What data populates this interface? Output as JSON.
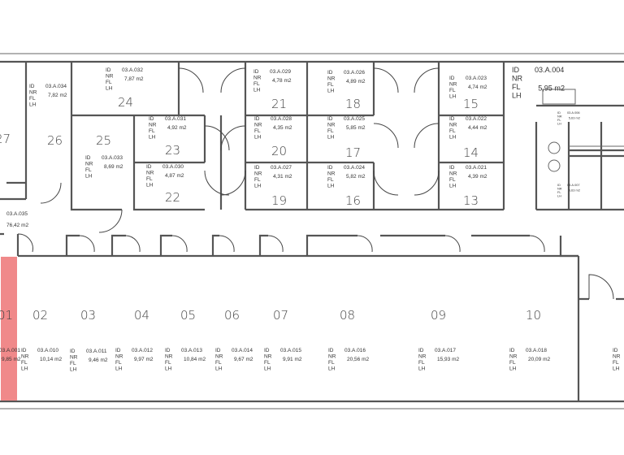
{
  "field_labels": [
    "ID",
    "NR",
    "FL",
    "LH"
  ],
  "highlight_color": "#f0898a",
  "corridor": {
    "id": "03.A.035",
    "area": "76,42 m2"
  },
  "rooms": [
    {
      "number": "27",
      "id": "",
      "area": ""
    },
    {
      "number": "26",
      "id": "03.A.034",
      "area": "7,82 m2"
    },
    {
      "number": "24",
      "id": "03.A.032",
      "area": "7,87 m2"
    },
    {
      "number": "25",
      "id": "03.A.033",
      "area": "8,69 m2"
    },
    {
      "number": "23",
      "id": "03.A.031",
      "area": "4,92 m2"
    },
    {
      "number": "22",
      "id": "03.A.030",
      "area": "4,87 m2"
    },
    {
      "number": "21",
      "id": "03.A.029",
      "area": "4,78 m2"
    },
    {
      "number": "20",
      "id": "03.A.028",
      "area": "4,35 m2"
    },
    {
      "number": "19",
      "id": "03.A.027",
      "area": "4,31 m2"
    },
    {
      "number": "18",
      "id": "03.A.026",
      "area": "4,89 m2"
    },
    {
      "number": "17",
      "id": "03.A.025",
      "area": "5,85 m2"
    },
    {
      "number": "16",
      "id": "03.A.024",
      "area": "5,82 m2"
    },
    {
      "number": "15",
      "id": "03.A.023",
      "area": "4,74 m2"
    },
    {
      "number": "14",
      "id": "03.A.022",
      "area": "4,44 m2"
    },
    {
      "number": "13",
      "id": "03.A.021",
      "area": "4,39 m2"
    },
    {
      "number": "",
      "id": "03.A.004",
      "area": "5,95 m2"
    },
    {
      "number": "",
      "id": "03.A.006",
      "area": "5,63 m2"
    },
    {
      "number": "",
      "id": "03.A.007",
      "area": "5,63 m2"
    },
    {
      "number": "01",
      "id": "03.A.001",
      "area": "9,85 m2",
      "selected": true
    },
    {
      "number": "02",
      "id": "03.A.010",
      "area": "10,14 m2"
    },
    {
      "number": "03",
      "id": "03.A.011",
      "area": "9,46 m2"
    },
    {
      "number": "04",
      "id": "03.A.012",
      "area": "9,97 m2"
    },
    {
      "number": "05",
      "id": "03.A.013",
      "area": "10,84 m2"
    },
    {
      "number": "06",
      "id": "03.A.014",
      "area": "9,67 m2"
    },
    {
      "number": "07",
      "id": "03.A.015",
      "area": "9,91 m2"
    },
    {
      "number": "08",
      "id": "03.A.016",
      "area": "20,56 m2"
    },
    {
      "number": "09",
      "id": "03.A.017",
      "area": "15,93 m2"
    },
    {
      "number": "10",
      "id": "03.A.018",
      "area": "20,09 m2"
    },
    {
      "number": "",
      "id": "",
      "area": ""
    }
  ]
}
